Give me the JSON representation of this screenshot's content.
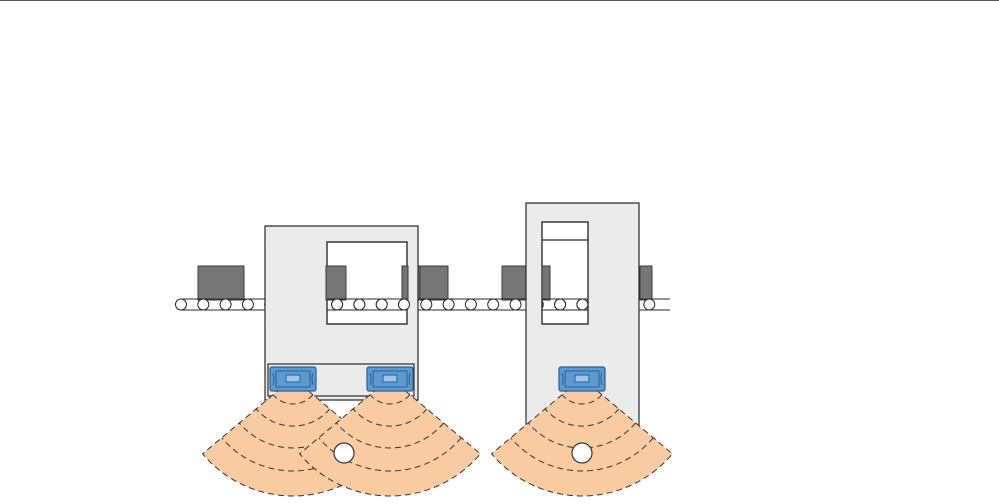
{
  "diagram": {
    "colors": {
      "background": "#ffffff",
      "top_rule": "#555555",
      "frame_fill": "#ebebeb",
      "frame_stroke": "#2a2a2a",
      "window_fill": "#ffffff",
      "box_fill": "#767676",
      "box_stroke": "#3a3a3a",
      "roller_fill": "#ffffff",
      "roller_stroke": "#2a2a2a",
      "sensor_fill": "#5b9bd5",
      "sensor_stroke": "#2e5f8f",
      "beam_fill": "#f8cba0",
      "beam_stroke": "#333333",
      "target_fill": "#ffffff"
    },
    "components": {
      "conveyor": "conveyor-with-rollers",
      "boxes": "packages-on-conveyor",
      "stations": "inspection-gantry-stations",
      "sensors": "ultrasonic-sensor-icon",
      "beams": "sensor-detection-cone",
      "targets": "detected-object-marker"
    },
    "counts": {
      "stations": 2,
      "sensors": 3,
      "packages": 7
    }
  }
}
